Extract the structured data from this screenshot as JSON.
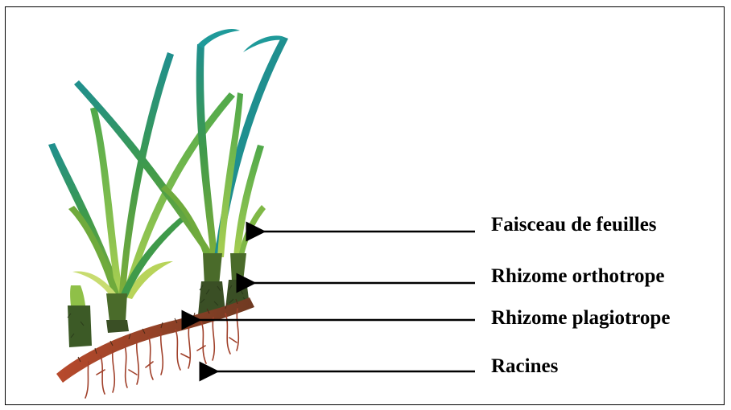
{
  "labels": {
    "leaves": "Faisceau de feuilles",
    "ortho": "Rhizome orthotrope",
    "plagio": "Rhizome plagiotrope",
    "roots": "Racines"
  },
  "colors": {
    "frame": "#000000",
    "arrow": "#000000",
    "leaf_dark": "#2e8a3e",
    "leaf_light": "#9bc94a",
    "leaf_teal": "#1f9a9a",
    "rhizome": "#7a3a1e",
    "root": "#a0402a"
  }
}
